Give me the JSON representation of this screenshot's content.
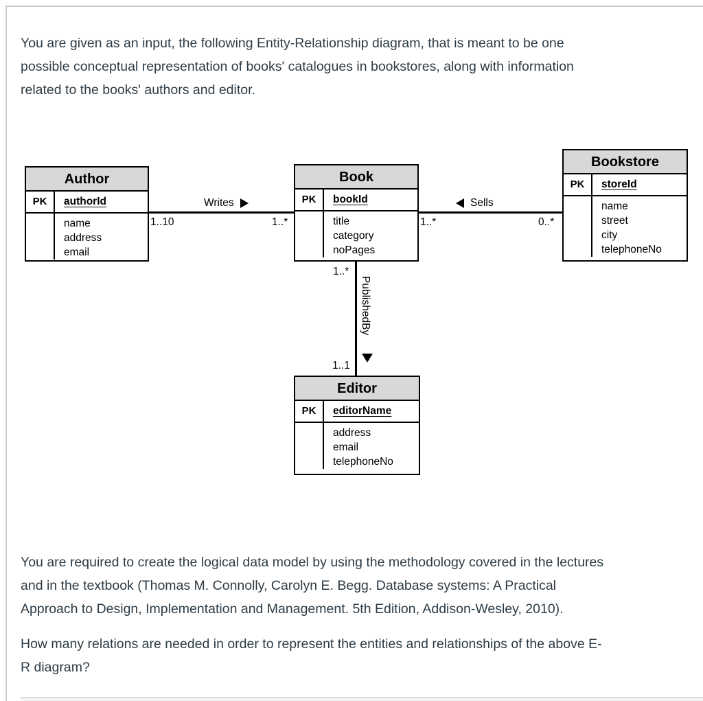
{
  "page": {
    "intro": {
      "lines": [
        "You are given as an input, the following Entity-Relationship diagram, that is meant to be one",
        "possible conceptual representation of books' catalogues in bookstores, along with information",
        "related to the books' authors and editor."
      ]
    },
    "requirement": {
      "lines": [
        "You are required to create the logical data model by using the methodology covered in the lectures",
        "and in the textbook (Thomas M. Connolly, Carolyn E. Begg. Database systems: A Practical",
        "Approach to Design, Implementation and Management. 5th Edition, Addison-Wesley, 2010)."
      ]
    },
    "question": {
      "lines": [
        "How many relations are needed in order to represent the entities and relationships of the above E-",
        "R diagram?"
      ]
    }
  },
  "diagram": {
    "entities": {
      "author": {
        "title": "Author",
        "pk_label": "PK",
        "pk": "authorId",
        "attributes": [
          "name",
          "address",
          "email"
        ]
      },
      "book": {
        "title": "Book",
        "pk_label": "PK",
        "pk": "bookId",
        "attributes": [
          "title",
          "category",
          "noPages"
        ]
      },
      "bookstore": {
        "title": "Bookstore",
        "pk_label": "PK",
        "pk": "storeId",
        "attributes": [
          "name",
          "street",
          "city",
          "telephoneNo"
        ]
      },
      "editor": {
        "title": "Editor",
        "pk_label": "PK",
        "pk": "editorName",
        "attributes": [
          "address",
          "email",
          "telephoneNo"
        ]
      }
    },
    "relationships": {
      "writes": {
        "label": "Writes",
        "direction": "right",
        "author_multiplicity": "1..10",
        "book_multiplicity": "1..*"
      },
      "sells": {
        "label": "Sells",
        "direction": "left",
        "book_multiplicity": "1..*",
        "bookstore_multiplicity": "0..*"
      },
      "publishedBy": {
        "label": "PublishedBy",
        "direction": "down",
        "book_multiplicity": "1..*",
        "editor_multiplicity": "1..1"
      }
    },
    "colors": {
      "entity_header_fill": "#d8d8d8",
      "diagram_line": "#000000",
      "body_text": "#2d3b45",
      "frame_border": "#c7cdd1",
      "divider": "#d9dde0"
    }
  }
}
